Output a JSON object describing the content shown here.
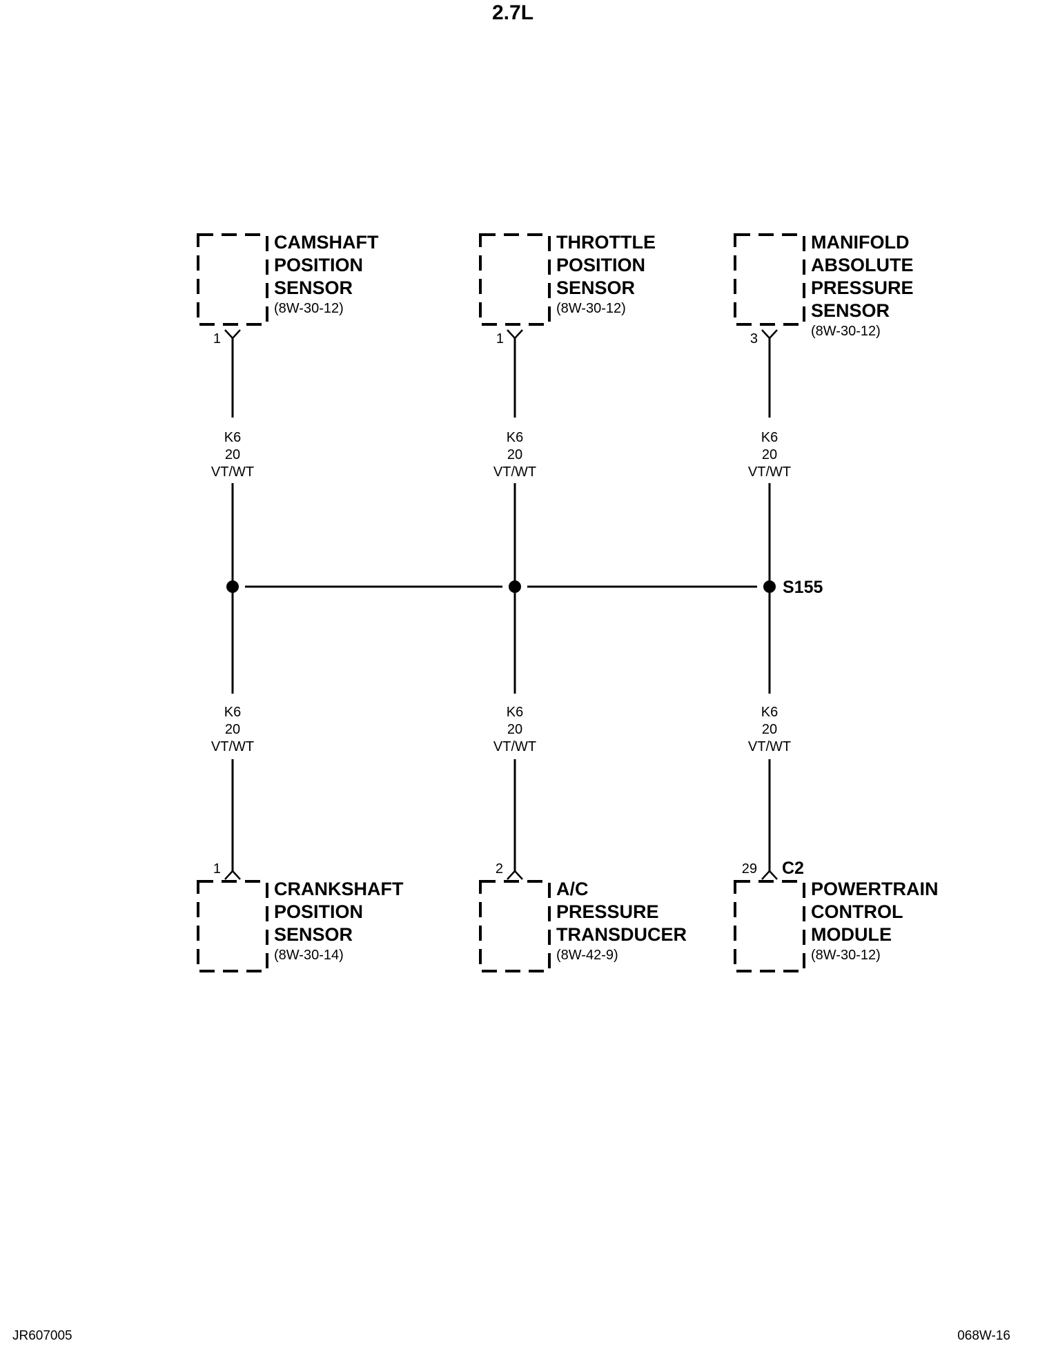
{
  "title": "2.7L",
  "components": {
    "camshaft": {
      "name_lines": [
        "CAMSHAFT",
        "POSITION",
        "SENSOR"
      ],
      "ref": "(8W-30-12)",
      "pin": "1"
    },
    "throttle": {
      "name_lines": [
        "THROTTLE",
        "POSITION",
        "SENSOR"
      ],
      "ref": "(8W-30-12)",
      "pin": "1"
    },
    "map": {
      "name_lines": [
        "MANIFOLD",
        "ABSOLUTE",
        "PRESSURE",
        "SENSOR"
      ],
      "ref": "(8W-30-12)",
      "pin": "3"
    },
    "crankshaft": {
      "name_lines": [
        "CRANKSHAFT",
        "POSITION",
        "SENSOR"
      ],
      "ref": "(8W-30-14)",
      "pin": "1"
    },
    "ac": {
      "name_lines": [
        "A/C",
        "PRESSURE",
        "TRANSDUCER"
      ],
      "ref": "(8W-42-9)",
      "pin": "2"
    },
    "pcm": {
      "name_lines": [
        "POWERTRAIN",
        "CONTROL",
        "MODULE"
      ],
      "ref": "(8W-30-12)",
      "pin": "29",
      "connector": "C2"
    }
  },
  "wire": {
    "circuit": "K6",
    "gauge": "20",
    "color": "VT/WT"
  },
  "splice": {
    "label": "S155"
  },
  "footer": {
    "left": "JR607005",
    "right": "068W-16"
  }
}
